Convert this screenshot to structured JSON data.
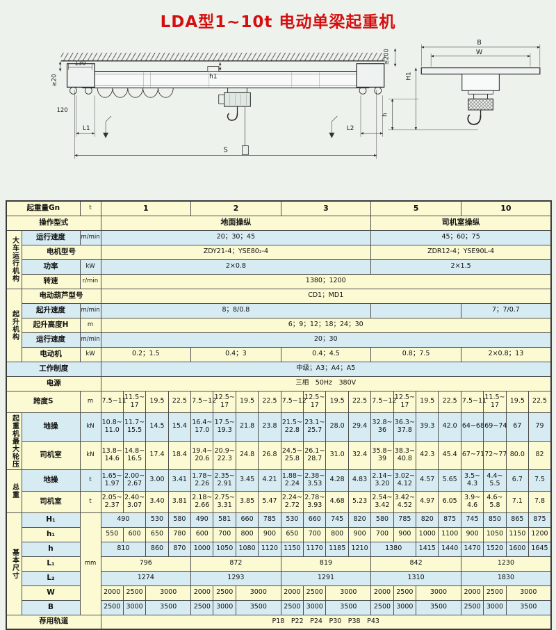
{
  "page": {
    "title": "LDA型1~10t 电动单梁起重机"
  },
  "drawing": {
    "labels": {
      "dim_130": "130",
      "dim_ge20": "≥20",
      "dim_120": "120",
      "dim_L1": "L1",
      "dim_L2": "L2",
      "dim_S": "S",
      "dim_h1": "h1",
      "dim_B": "B",
      "dim_W": "W",
      "dim_ge200": "≥200",
      "dim_H1": "H1",
      "dim_h": "h"
    }
  },
  "table": {
    "rows": [
      {
        "bg": "y",
        "h": 21,
        "cells": [
          {
            "t": "起重量Gn",
            "c": 2,
            "k": "n"
          },
          {
            "t": "t",
            "k": "u"
          },
          {
            "t": "1",
            "c": 4,
            "k": "hd"
          },
          {
            "t": "2",
            "c": 4,
            "k": "hd"
          },
          {
            "t": "3",
            "c": 4,
            "k": "hd"
          },
          {
            "t": "5",
            "c": 4,
            "k": "hd"
          },
          {
            "t": "10",
            "c": 4,
            "k": "hd"
          }
        ]
      },
      {
        "bg": "y",
        "h": 21,
        "cells": [
          {
            "t": "操作型式",
            "c": 3,
            "k": "n"
          },
          {
            "t": "地面操纵",
            "c": 12,
            "k": "hd"
          },
          {
            "t": "司机室操纵",
            "c": 8,
            "k": "hd"
          }
        ]
      },
      {
        "bg": "b",
        "h": 21,
        "cells": [
          {
            "t": "大车运行机构",
            "r": 4,
            "k": "v"
          },
          {
            "t": "运行速度",
            "k": "n"
          },
          {
            "t": "m/min",
            "k": "u"
          },
          {
            "t": "20；30；45",
            "c": 12
          },
          {
            "t": "45；60；75",
            "c": 8
          }
        ]
      },
      {
        "bg": "y",
        "h": 21,
        "cells": [
          {
            "t": "电机型号",
            "c": 2,
            "k": "n"
          },
          {
            "t": "ZDY21-4；YSE80₂-4",
            "c": 12
          },
          {
            "t": "ZDR12-4；YSE90L-4",
            "c": 8
          }
        ]
      },
      {
        "bg": "b",
        "h": 21,
        "cells": [
          {
            "t": "功率",
            "k": "n"
          },
          {
            "t": "kW",
            "k": "u"
          },
          {
            "t": "2×0.8",
            "c": 12
          },
          {
            "t": "2×1.5",
            "c": 8
          }
        ]
      },
      {
        "bg": "y",
        "h": 21,
        "cells": [
          {
            "t": "转速",
            "k": "n"
          },
          {
            "t": "r/min",
            "k": "u"
          },
          {
            "t": "1380；1200",
            "c": 20
          }
        ]
      },
      {
        "bg": "y",
        "h": 21,
        "cells": [
          {
            "t": "起升机构",
            "r": 5,
            "k": "v"
          },
          {
            "t": "电动葫芦型号",
            "c": 2,
            "k": "n"
          },
          {
            "t": "CD1；MD1",
            "c": 20
          }
        ]
      },
      {
        "bg": "b",
        "h": 21,
        "cells": [
          {
            "t": "起升速度",
            "k": "n"
          },
          {
            "t": "m/min",
            "k": "u"
          },
          {
            "t": "8；8/0.8",
            "c": 12
          },
          {
            "t": "",
            "c": 4
          },
          {
            "t": "7；7/0.7",
            "c": 4
          }
        ]
      },
      {
        "bg": "y",
        "h": 21,
        "cells": [
          {
            "t": "起升高度H",
            "k": "n"
          },
          {
            "t": "m",
            "k": "u"
          },
          {
            "t": "6；9；12；18；24；30",
            "c": 20
          }
        ]
      },
      {
        "bg": "b",
        "h": 21,
        "cells": [
          {
            "t": "运行速度",
            "k": "n"
          },
          {
            "t": "m/min",
            "k": "u"
          },
          {
            "t": "20；30",
            "c": 20
          }
        ]
      },
      {
        "bg": "y",
        "h": 21,
        "cells": [
          {
            "t": "电动机",
            "k": "n"
          },
          {
            "t": "kW",
            "k": "u"
          },
          {
            "t": "0.2；1.5",
            "c": 4
          },
          {
            "t": "0.4；3",
            "c": 4
          },
          {
            "t": "0.4；4.5",
            "c": 4
          },
          {
            "t": "0.8；7.5",
            "c": 4
          },
          {
            "t": "2×0.8；13",
            "c": 4
          }
        ]
      },
      {
        "bg": "b",
        "h": 21,
        "cells": [
          {
            "t": "工作制度",
            "c": 3,
            "k": "n"
          },
          {
            "t": "中级；A3；A4；A5",
            "c": 20
          }
        ]
      },
      {
        "bg": "y",
        "h": 21,
        "cells": [
          {
            "t": "电源",
            "c": 3,
            "k": "n"
          },
          {
            "t": "三相　50Hz　380V",
            "c": 20
          }
        ]
      },
      {
        "bg": "y",
        "h": 31,
        "cells": [
          {
            "t": "跨度S",
            "c": 2,
            "k": "n"
          },
          {
            "t": "m",
            "k": "u"
          },
          {
            "t": "7.5~11"
          },
          {
            "t": "11.5~\n17"
          },
          {
            "t": "19.5"
          },
          {
            "t": "22.5"
          },
          {
            "t": "7.5~12"
          },
          {
            "t": "12.5~\n17"
          },
          {
            "t": "19.5"
          },
          {
            "t": "22.5"
          },
          {
            "t": "7.5~12"
          },
          {
            "t": "12.5~\n17"
          },
          {
            "t": "19.5"
          },
          {
            "t": "22.5"
          },
          {
            "t": "7.5~12"
          },
          {
            "t": "12.5~\n17"
          },
          {
            "t": "19.5"
          },
          {
            "t": "22.5"
          },
          {
            "t": "7.5~11"
          },
          {
            "t": "11.5~\n17"
          },
          {
            "t": "19.5"
          },
          {
            "t": "22.5"
          }
        ]
      },
      {
        "bg": "b",
        "h": 31,
        "cells": [
          {
            "t": "起重机最大轮压",
            "r": 2,
            "k": "v"
          },
          {
            "t": "地操",
            "k": "n"
          },
          {
            "t": "kN",
            "k": "u"
          },
          {
            "t": "10.8~\n11.0"
          },
          {
            "t": "11.7~\n15.5"
          },
          {
            "t": "14.5"
          },
          {
            "t": "15.4"
          },
          {
            "t": "16.4~\n17.0"
          },
          {
            "t": "17.5~\n19.3"
          },
          {
            "t": "21.8"
          },
          {
            "t": "23.8"
          },
          {
            "t": "21.5~\n22.8"
          },
          {
            "t": "23.1~\n25.7"
          },
          {
            "t": "28.0"
          },
          {
            "t": "29.4"
          },
          {
            "t": "32.8~\n36"
          },
          {
            "t": "36.3~\n37.8"
          },
          {
            "t": "39.3"
          },
          {
            "t": "42.0"
          },
          {
            "t": "64~68"
          },
          {
            "t": "69~74"
          },
          {
            "t": "67"
          },
          {
            "t": "79"
          }
        ]
      },
      {
        "bg": "y",
        "h": 31,
        "cells": [
          {
            "t": "司机室",
            "k": "n"
          },
          {
            "t": "kN",
            "k": "u"
          },
          {
            "t": "13.8~\n14.6"
          },
          {
            "t": "14.8~\n16.5"
          },
          {
            "t": "17.4"
          },
          {
            "t": "18.4"
          },
          {
            "t": "19.4~\n20.6"
          },
          {
            "t": "20.9~\n22.3"
          },
          {
            "t": "24.8"
          },
          {
            "t": "26.8"
          },
          {
            "t": "24.5~\n25.8"
          },
          {
            "t": "26.1~\n28.7"
          },
          {
            "t": "31.0"
          },
          {
            "t": "32.4"
          },
          {
            "t": "35.8~\n39"
          },
          {
            "t": "38.3~\n40.8"
          },
          {
            "t": "42.3"
          },
          {
            "t": "45.4"
          },
          {
            "t": "67~71"
          },
          {
            "t": "72~77"
          },
          {
            "t": "80.0"
          },
          {
            "t": "82"
          }
        ]
      },
      {
        "bg": "b",
        "h": 31,
        "cells": [
          {
            "t": "总重",
            "r": 2,
            "k": "v"
          },
          {
            "t": "地操",
            "k": "n"
          },
          {
            "t": "t",
            "k": "u"
          },
          {
            "t": "1.65~\n1.97"
          },
          {
            "t": "2.00~\n2.67"
          },
          {
            "t": "3.00"
          },
          {
            "t": "3.41"
          },
          {
            "t": "1.78~\n2.26"
          },
          {
            "t": "2.35~\n2.91"
          },
          {
            "t": "3.45"
          },
          {
            "t": "4.21"
          },
          {
            "t": "1.88~\n2.24"
          },
          {
            "t": "2.38~\n3.53"
          },
          {
            "t": "4.28"
          },
          {
            "t": "4.83"
          },
          {
            "t": "2.14~\n3.20"
          },
          {
            "t": "3.02~\n4.12"
          },
          {
            "t": "4.57"
          },
          {
            "t": "5.65"
          },
          {
            "t": "3.5~\n4.3"
          },
          {
            "t": "4.4~\n5.5"
          },
          {
            "t": "6.7"
          },
          {
            "t": "7.5"
          }
        ]
      },
      {
        "bg": "y",
        "h": 31,
        "cells": [
          {
            "t": "司机室",
            "k": "n"
          },
          {
            "t": "t",
            "k": "u"
          },
          {
            "t": "2.05~\n2.37"
          },
          {
            "t": "2.40~\n3.07"
          },
          {
            "t": "3.40"
          },
          {
            "t": "3.81"
          },
          {
            "t": "2.18~\n2.66"
          },
          {
            "t": "2.75~\n3.31"
          },
          {
            "t": "3.85"
          },
          {
            "t": "5.47"
          },
          {
            "t": "2.24~\n2.72"
          },
          {
            "t": "2.78~\n3.93"
          },
          {
            "t": "4.68"
          },
          {
            "t": "5.23"
          },
          {
            "t": "2.54~\n3.42"
          },
          {
            "t": "3.42~\n4.52"
          },
          {
            "t": "4.97"
          },
          {
            "t": "6.05"
          },
          {
            "t": "3.9~\n4.6"
          },
          {
            "t": "4.6~\n5.8"
          },
          {
            "t": "7.1"
          },
          {
            "t": "7.8"
          }
        ]
      },
      {
        "bg": "b",
        "h": 21,
        "cells": [
          {
            "t": "基本尺寸",
            "r": 7,
            "k": "v"
          },
          {
            "t": "H₁",
            "k": "n"
          },
          {
            "t": "mm",
            "r": 7,
            "k": "um"
          },
          {
            "t": "490",
            "c": 2
          },
          {
            "t": "530"
          },
          {
            "t": "580"
          },
          {
            "t": "490"
          },
          {
            "t": "581"
          },
          {
            "t": "660"
          },
          {
            "t": "785"
          },
          {
            "t": "530"
          },
          {
            "t": "660"
          },
          {
            "t": "745"
          },
          {
            "t": "820"
          },
          {
            "t": "580"
          },
          {
            "t": "785"
          },
          {
            "t": "820"
          },
          {
            "t": "875"
          },
          {
            "t": "745"
          },
          {
            "t": "850"
          },
          {
            "t": "865"
          },
          {
            "t": "875"
          }
        ]
      },
      {
        "bg": "y",
        "h": 21,
        "cells": [
          {
            "t": "h₁",
            "k": "n"
          },
          {
            "t": "550"
          },
          {
            "t": "600"
          },
          {
            "t": "650"
          },
          {
            "t": "780"
          },
          {
            "t": "600"
          },
          {
            "t": "700"
          },
          {
            "t": "800"
          },
          {
            "t": "900"
          },
          {
            "t": "650"
          },
          {
            "t": "700"
          },
          {
            "t": "800"
          },
          {
            "t": "900"
          },
          {
            "t": "700"
          },
          {
            "t": "900"
          },
          {
            "t": "1000"
          },
          {
            "t": "1100"
          },
          {
            "t": "900"
          },
          {
            "t": "1050"
          },
          {
            "t": "1150"
          },
          {
            "t": "1200"
          }
        ]
      },
      {
        "bg": "b",
        "h": 21,
        "cells": [
          {
            "t": "h",
            "k": "n"
          },
          {
            "t": "810",
            "c": 2
          },
          {
            "t": "860"
          },
          {
            "t": "870"
          },
          {
            "t": "1000"
          },
          {
            "t": "1050"
          },
          {
            "t": "1080"
          },
          {
            "t": "1120"
          },
          {
            "t": "1150"
          },
          {
            "t": "1170"
          },
          {
            "t": "1185"
          },
          {
            "t": "1210"
          },
          {
            "t": "1380",
            "c": 2
          },
          {
            "t": "1415"
          },
          {
            "t": "1440"
          },
          {
            "t": "1470"
          },
          {
            "t": "1520"
          },
          {
            "t": "1600"
          },
          {
            "t": "1645"
          }
        ]
      },
      {
        "bg": "y",
        "h": 21,
        "cells": [
          {
            "t": "L₁",
            "k": "n"
          },
          {
            "t": "796",
            "c": 4
          },
          {
            "t": "872",
            "c": 4
          },
          {
            "t": "819",
            "c": 4
          },
          {
            "t": "842",
            "c": 4
          },
          {
            "t": "1230",
            "c": 4
          }
        ]
      },
      {
        "bg": "b",
        "h": 21,
        "cells": [
          {
            "t": "L₂",
            "k": "n"
          },
          {
            "t": "1274",
            "c": 4
          },
          {
            "t": "1293",
            "c": 4
          },
          {
            "t": "1291",
            "c": 4
          },
          {
            "t": "1310",
            "c": 4
          },
          {
            "t": "1830",
            "c": 4
          }
        ]
      },
      {
        "bg": "y",
        "h": 21,
        "cells": [
          {
            "t": "W",
            "k": "n"
          },
          {
            "t": "2000"
          },
          {
            "t": "2500"
          },
          {
            "t": "3000",
            "c": 2
          },
          {
            "t": "2000"
          },
          {
            "t": "2500"
          },
          {
            "t": "3000",
            "c": 2
          },
          {
            "t": "2000"
          },
          {
            "t": "2500"
          },
          {
            "t": "3000",
            "c": 2
          },
          {
            "t": "2000"
          },
          {
            "t": "2500"
          },
          {
            "t": "3000",
            "c": 2
          },
          {
            "t": "2000"
          },
          {
            "t": "2500"
          },
          {
            "t": "3000",
            "c": 2
          }
        ]
      },
      {
        "bg": "b",
        "h": 21,
        "cells": [
          {
            "t": "B",
            "k": "n"
          },
          {
            "t": "2500"
          },
          {
            "t": "3000"
          },
          {
            "t": "3500",
            "c": 2
          },
          {
            "t": "2500"
          },
          {
            "t": "3000"
          },
          {
            "t": "3500",
            "c": 2
          },
          {
            "t": "2500"
          },
          {
            "t": "3000"
          },
          {
            "t": "3500",
            "c": 2
          },
          {
            "t": "2500"
          },
          {
            "t": "3000"
          },
          {
            "t": "3500",
            "c": 2
          },
          {
            "t": "2500"
          },
          {
            "t": "3000"
          },
          {
            "t": "3500",
            "c": 2
          }
        ]
      },
      {
        "bg": "y",
        "h": 21,
        "cells": [
          {
            "t": "荐用轨道",
            "c": 3,
            "k": "n"
          },
          {
            "t": "P18　P22　P24　P30　P38　P43",
            "c": 20
          }
        ]
      }
    ]
  }
}
